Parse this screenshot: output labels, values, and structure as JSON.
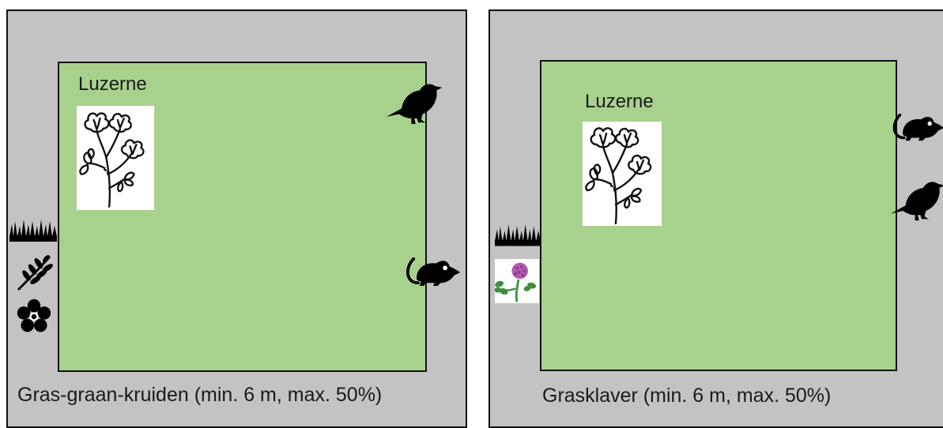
{
  "panels": [
    {
      "field_label": "Luzerne",
      "caption": "Gras-graan-kruiden (min. 6 m, max. 50%)",
      "icons": [
        "alfalfa-plant-icon",
        "bird-icon",
        "mouse-icon",
        "grass-icon",
        "grain-icon",
        "flower-icon"
      ]
    },
    {
      "field_label": "Luzerne",
      "caption": "Grasklaver (min. 6 m, max. 50%)",
      "icons": [
        "alfalfa-plant-icon",
        "mouse-icon",
        "bird-icon",
        "grass-icon",
        "red-clover-icon"
      ]
    }
  ],
  "colors": {
    "border_zone": "#c3c3c3",
    "field": "#a9d18e",
    "clover_flower": "#b15ab0",
    "clover_leaf": "#3e8e3e"
  }
}
